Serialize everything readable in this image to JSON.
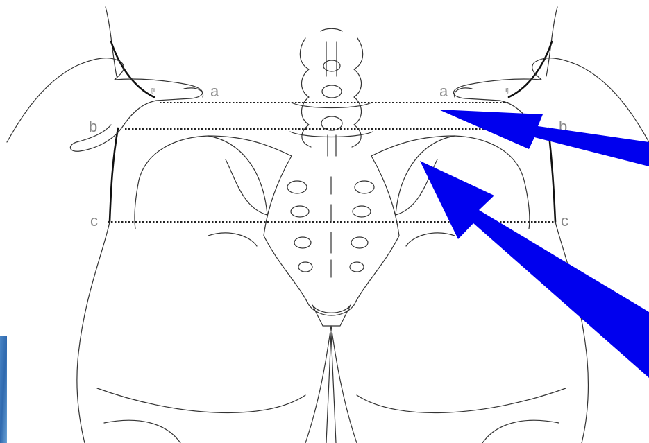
{
  "labels": {
    "a_left": "a",
    "a_right": "a",
    "b_left": "b",
    "b_right": "b",
    "c_left": "c",
    "c_right": "c"
  },
  "colors": {
    "arrow": "#0000ee",
    "line": "#222222",
    "label": "#888888"
  }
}
